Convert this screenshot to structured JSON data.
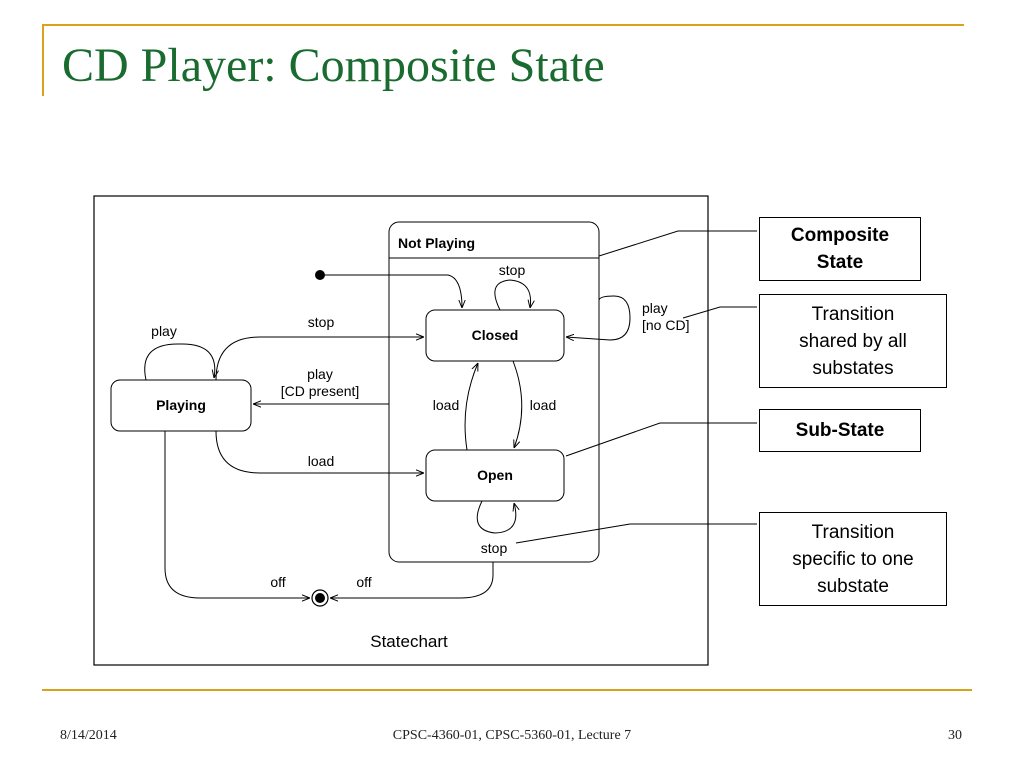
{
  "slide": {
    "title": "CD Player: Composite State",
    "footer": {
      "date": "8/14/2014",
      "course": "CPSC-4360-01, CPSC-5360-01, Lecture 7",
      "page": "30"
    }
  },
  "diagram": {
    "caption": "Statechart",
    "composite_state": "Not Playing",
    "states": {
      "playing": "Playing",
      "closed": "Closed",
      "open": "Open"
    },
    "transitions": {
      "playing_self": "play",
      "playing_to_closed": "stop",
      "notplaying_to_playing_event": "play",
      "notplaying_to_playing_guard": "[CD present]",
      "playing_to_open": "load",
      "closed_self": "stop",
      "closed_to_open": "load",
      "open_to_closed": "load",
      "open_self": "stop",
      "notplaying_self_event": "play",
      "notplaying_self_guard": "[no CD]",
      "playing_off": "off",
      "notplaying_off": "off"
    }
  },
  "callouts": {
    "composite": "Composite\nState",
    "shared": "Transition\nshared by all\nsubstates",
    "substate": "Sub-State",
    "specific": "Transition\nspecific to one\nsubstate"
  }
}
